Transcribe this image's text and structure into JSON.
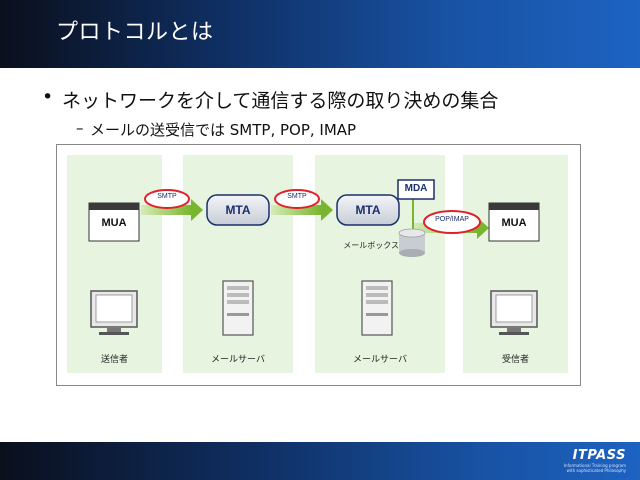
{
  "header": {
    "title": "プロトコルとは"
  },
  "bullets": {
    "main": "ネットワークを介して通信する際の取り決めの集合",
    "sub": "メールの送受信では SMTP, POP, IMAP"
  },
  "diagram": {
    "nodes": {
      "mua_left": "MUA",
      "mta_1": "MTA",
      "mta_2": "MTA",
      "mda": "MDA",
      "mua_right": "MUA"
    },
    "protocols": {
      "smtp_1": "SMTP",
      "smtp_2": "SMTP",
      "pop_imap": "POP/IMAP"
    },
    "mailbox": "メールボックス",
    "captions": {
      "sender": "送信者",
      "server_1": "メールサーバ",
      "server_2": "メールサーバ",
      "receiver": "受信者"
    }
  },
  "footer": {
    "brand": "ITPASS",
    "sub1": "Informational Training program",
    "sub2": "with sophisticated Philosophy"
  },
  "colors": {
    "accent_ring": "#e0202a",
    "node_fill": "#dfe3ea",
    "column_bg": "#e7f4df",
    "arrow": "#8cc63f"
  }
}
